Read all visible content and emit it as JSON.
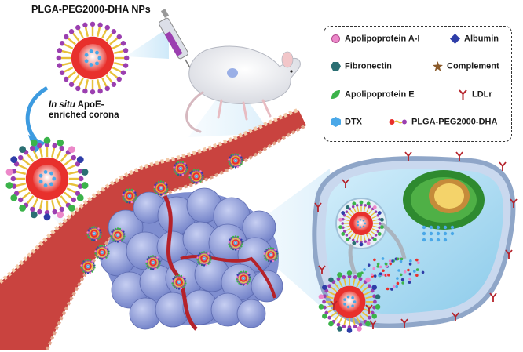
{
  "labels": {
    "nanoparticle_title": "PLGA-PEG2000-DHA NPs",
    "corona_italic": "In situ",
    "corona_line1_rest": "ApoE-",
    "corona_line2": "enriched corona"
  },
  "legend": {
    "items": [
      {
        "label": "Apolipoprotein A-I",
        "icon": "pink-sphere-icon"
      },
      {
        "label": "Albumin",
        "icon": "blue-diamond-icon"
      },
      {
        "label": "Fibronectin",
        "icon": "teal-hexagon-icon"
      },
      {
        "label": "Complement",
        "icon": "brown-star-icon"
      },
      {
        "label": "Apolipoprotein E",
        "icon": "green-leaf-icon"
      },
      {
        "label": "LDLr",
        "icon": "receptor-icon"
      },
      {
        "label": "DTX",
        "icon": "blue-cube-icon"
      },
      {
        "label": "PLGA-PEG2000-DHA",
        "icon": "polymer-chain-icon"
      }
    ]
  },
  "colors": {
    "vessel": "#c9433f",
    "tumor": "#8a98d6",
    "np_core": "#e8302c",
    "peg_shell": "#f0cf3a",
    "apoE": "#3bb34a",
    "cell_fluid": "#a9d8f0",
    "nucleus": "#2e8a2f",
    "arrow": "#3d9be0"
  }
}
